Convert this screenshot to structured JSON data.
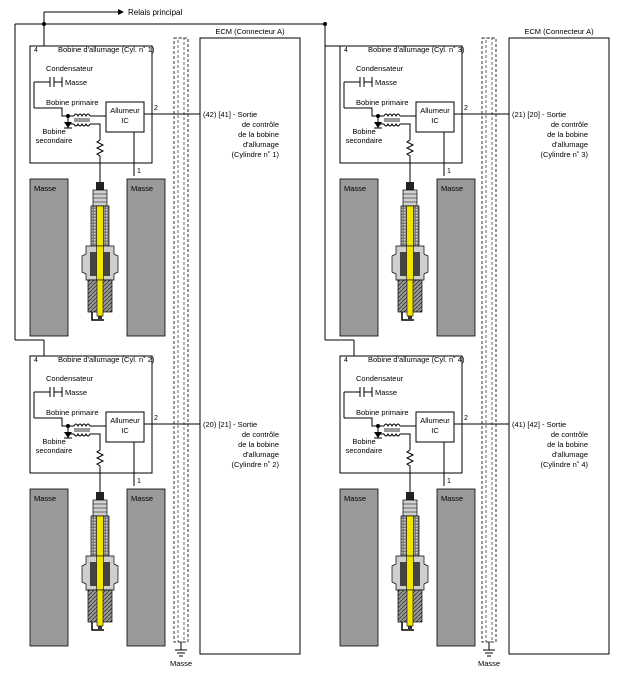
{
  "header": {
    "relay_label": "Relais principal"
  },
  "ecm_title": "ECM (Connecteur A)",
  "ground_label": "Masse",
  "labels": {
    "condenser": "Condensateur",
    "primary": "Bobine primaire",
    "secondary_1": "Bobine",
    "secondary_2": "secondaire",
    "igniter_1": "Allumeur",
    "igniter_2": "IC",
    "masse": "Masse",
    "pin_4": "4",
    "pin_2": "2",
    "pin_1": "1"
  },
  "coils": [
    {
      "title": "Bobine d'allumage (Cyl. n˚ 1)",
      "terminal": "(42) [41] - Sortie",
      "desc": [
        "de contrôle",
        "de la bobine",
        "d'allumage",
        "(Cylindre n˚ 1)"
      ]
    },
    {
      "title": "Bobine d'allumage (Cyl. n˚ 3)",
      "terminal": "(21) [20] - Sortie",
      "desc": [
        "de contrôle",
        "de la bobine",
        "d'allumage",
        "(Cylindre n˚ 3)"
      ]
    },
    {
      "title": "Bobine d'allumage (Cyl. n˚ 2)",
      "terminal": "(20) [21] - Sortie",
      "desc": [
        "de contrôle",
        "de la bobine",
        "d'allumage",
        "(Cylindre n˚ 2)"
      ]
    },
    {
      "title": "Bobine d'allumage (Cyl. n˚ 4)",
      "terminal": "(41) [42] - Sortie",
      "desc": [
        "de contrôle",
        "de la bobine",
        "d'allumage",
        "(Cylindre n˚ 4)"
      ]
    }
  ],
  "colors": {
    "line": "#000000",
    "masse_fill": "#9a9a9a",
    "plug_yellow": "#f2e600",
    "plug_grey": "#b8b8b8"
  }
}
